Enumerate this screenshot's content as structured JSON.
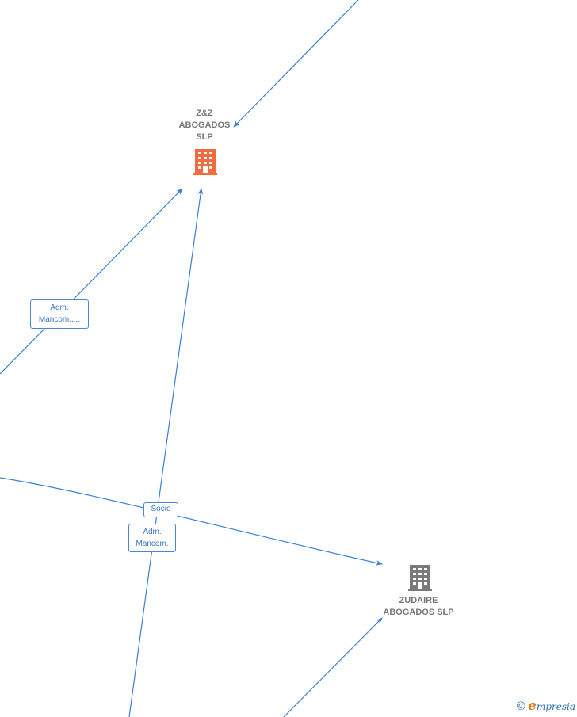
{
  "nodes": [
    {
      "id": "zz",
      "label_lines": [
        "Z&Z",
        "ABOGADOS",
        "SLP"
      ],
      "icon": "building-icon",
      "color": "#f26a3d"
    },
    {
      "id": "zudaire",
      "label_lines": [
        "ZUDAIRE",
        "ABOGADOS SLP"
      ],
      "icon": "building-icon",
      "color": "#7a7a7a"
    }
  ],
  "edge_labels": {
    "adm_mancom_1": "Adm.\nMancom.,...",
    "socio": "Socio",
    "adm_mancom_2": "Adm.\nMancom."
  },
  "colors": {
    "edge": "#3a7fd5",
    "label_border": "#4a86d4"
  },
  "watermark": {
    "copyright": "©",
    "brand_initial": "e",
    "brand_rest": "mpresia"
  }
}
